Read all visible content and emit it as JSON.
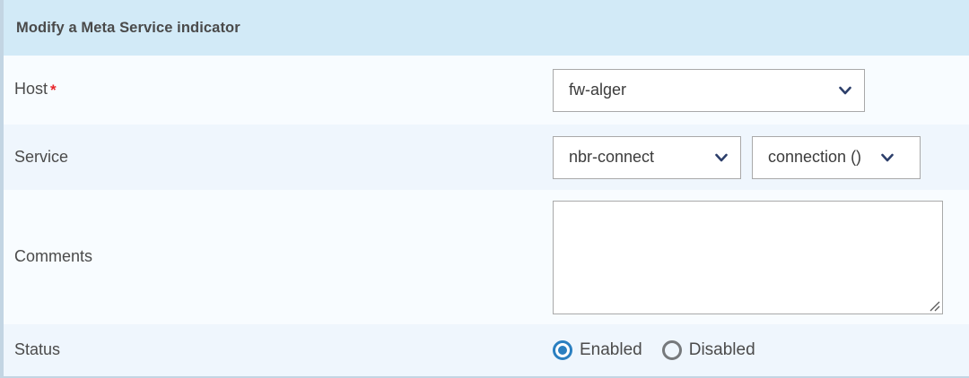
{
  "panel": {
    "header_title": "Modify a Meta Service indicator",
    "header_bg": "#d2eaf7",
    "row_bg_light": "#f8fcff",
    "row_bg_tint": "#eff6fd",
    "border_color": "#c3d5e3",
    "required_color": "#e8262b",
    "accent_color": "#2a7fc0",
    "chevron_color": "#2d3f6b"
  },
  "fields": {
    "host": {
      "label": "Host",
      "required_marker": "*",
      "select": {
        "value": "fw-alger",
        "icon": "chevron-down-icon"
      }
    },
    "service": {
      "label": "Service",
      "service_select": {
        "value": "nbr-connect",
        "icon": "chevron-down-icon"
      },
      "instance_select": {
        "value": "connection ()",
        "icon": "chevron-down-icon"
      }
    },
    "comments": {
      "label": "Comments",
      "textarea": {
        "value": "",
        "placeholder": "",
        "resize_handle": "resize-grip-icon"
      }
    },
    "status": {
      "label": "Status",
      "options": [
        {
          "label": "Enabled",
          "selected": true
        },
        {
          "label": "Disabled",
          "selected": false
        }
      ]
    }
  }
}
